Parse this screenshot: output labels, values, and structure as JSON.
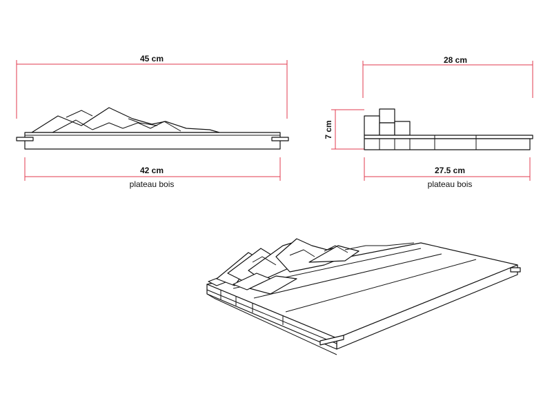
{
  "front_view": {
    "top_dimension": "45 cm",
    "bottom_dimension": "42 cm",
    "caption": "plateau bois"
  },
  "side_view": {
    "top_dimension": "28 cm",
    "height_dimension": "7 cm",
    "bottom_dimension": "27.5 cm",
    "caption": "plateau bois"
  },
  "colors": {
    "dimension_line": "#e23a4e",
    "outline": "#111111",
    "background": "#ffffff"
  }
}
